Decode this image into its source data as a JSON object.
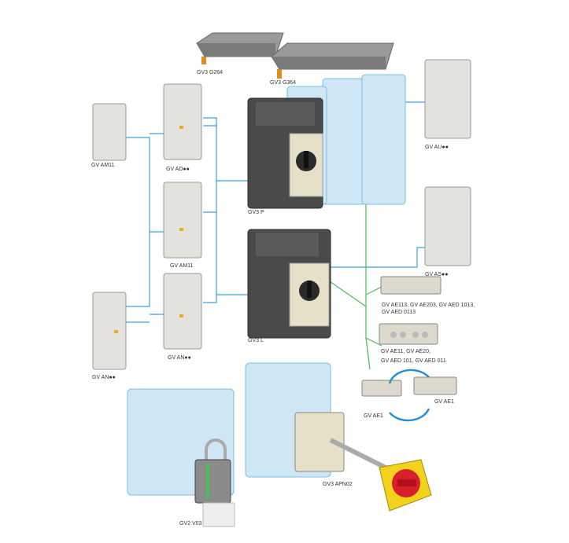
{
  "colors": {
    "link_blue": "#3aa0d8",
    "link_green": "#4cbb5a",
    "dark_body": "#4a4a4a",
    "ghost_blue": "#bcdcf0",
    "aux_body": "#e4e2dc",
    "red_handle": "#d8202a",
    "yellow_base": "#f2d21a"
  },
  "labels": {
    "busbar_2": "GV3 G264",
    "busbar_3": "GV3 G364",
    "aux_left_top": "GV AM11",
    "aux_ad": "GV AD●●",
    "aux_mid": "GV AM11",
    "aux_an_left": "GV AN●●",
    "aux_an_mid": "GV AN●●",
    "breaker_p": "GV3 P",
    "breaker_l": "GV3 L",
    "aux_au": "GV AU●●",
    "aux_as": "GV AS●●",
    "contact_block_1_line1": "GV AE113, GV AE203, GV AED 1013,",
    "contact_block_1_line2": "GV AED 0113",
    "contact_block_2_line1": "GV AE11, GV AE20,",
    "contact_block_2_line2": "GV AED 101, GV AED 011",
    "contact_ae1_left": "GV AE1",
    "contact_ae1_right": "GV AE1",
    "handle": "GV3 APN02",
    "padlock": "GV2 V03"
  }
}
